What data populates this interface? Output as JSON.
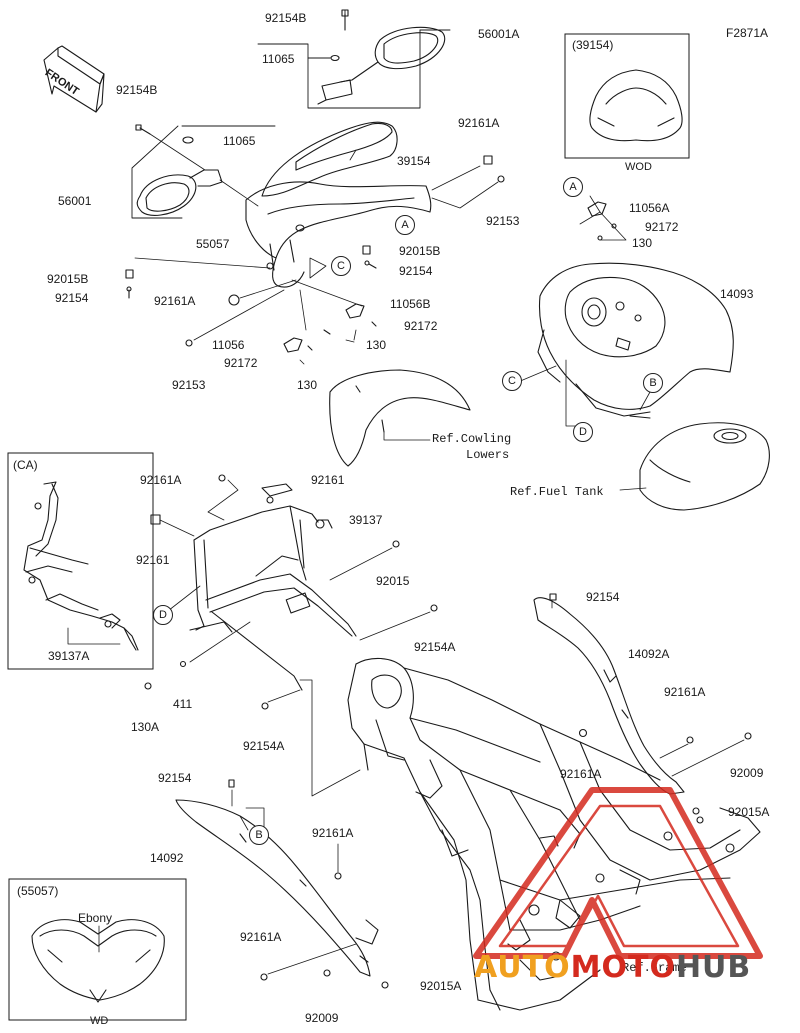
{
  "figure_code": "F2871A",
  "front_label": "FRONT",
  "part_labels": {
    "p92154B_top": "92154B",
    "p56001A": "56001A",
    "p11065_top": "11065",
    "p92154B_left": "92154B",
    "p11065_left": "11065",
    "p56001": "56001",
    "p39154": "39154",
    "p92161A_top": "92161A",
    "p92153_right": "92153",
    "p55057": "55057",
    "p92015B_right": "92015B",
    "p92154_right": "92154",
    "p92015B_left": "92015B",
    "p92154_left": "92154",
    "p92161A_mid": "92161A",
    "p11056B": "11056B",
    "p92172_mid": "92172",
    "p11056": "11056",
    "p130_mid": "130",
    "p92172_left": "92172",
    "p130_low": "130",
    "p92153_left": "92153",
    "p11056A": "11056A",
    "p92172_right": "92172",
    "p130_right": "130",
    "p14093": "14093",
    "p92161A_frame": "92161A",
    "p92161_top": "92161",
    "p39137": "39137",
    "p92161_left": "92161",
    "p92015": "92015",
    "p92154A_top": "92154A",
    "p130A": "130A",
    "p411": "411",
    "p92154A_low": "92154A",
    "p92154_side": "92154",
    "p14092A": "14092A",
    "p92161A_right": "92161A",
    "p92161A_right2": "92161A",
    "p92009_right": "92009",
    "p92015A_right": "92015A",
    "p92154_low": "92154",
    "p92161A_low": "92161A",
    "p14092": "14092",
    "p92161A_bottom": "92161A",
    "p92009_bottom": "92009",
    "p92015A_bottom": "92015A",
    "p39137A": "39137A"
  },
  "ref_labels": {
    "cowling_lowers_1": "Ref.Cowling",
    "cowling_lowers_2": "Lowers",
    "fuel_tank": "Ref.Fuel Tank",
    "frame": "Ref.Frame"
  },
  "callouts": {
    "A1": "A",
    "A2": "A",
    "B1": "B",
    "B2": "B",
    "C1": "C",
    "C2": "C",
    "D1": "D",
    "D2": "D"
  },
  "insets": {
    "wod": {
      "code": "(39154)",
      "caption": "WOD"
    },
    "ca": {
      "code": "(CA)"
    },
    "wd": {
      "code": "(55057)",
      "note": "Ebony",
      "caption": "WD"
    }
  },
  "watermark": {
    "part1": "AUTO",
    "part2": "MOTO",
    "part3": "HUB"
  },
  "colors": {
    "ink": "#1a1a1a",
    "watermark_red": "#d42a1e",
    "watermark_orange": "#f0a020",
    "watermark_gray": "#555555"
  }
}
